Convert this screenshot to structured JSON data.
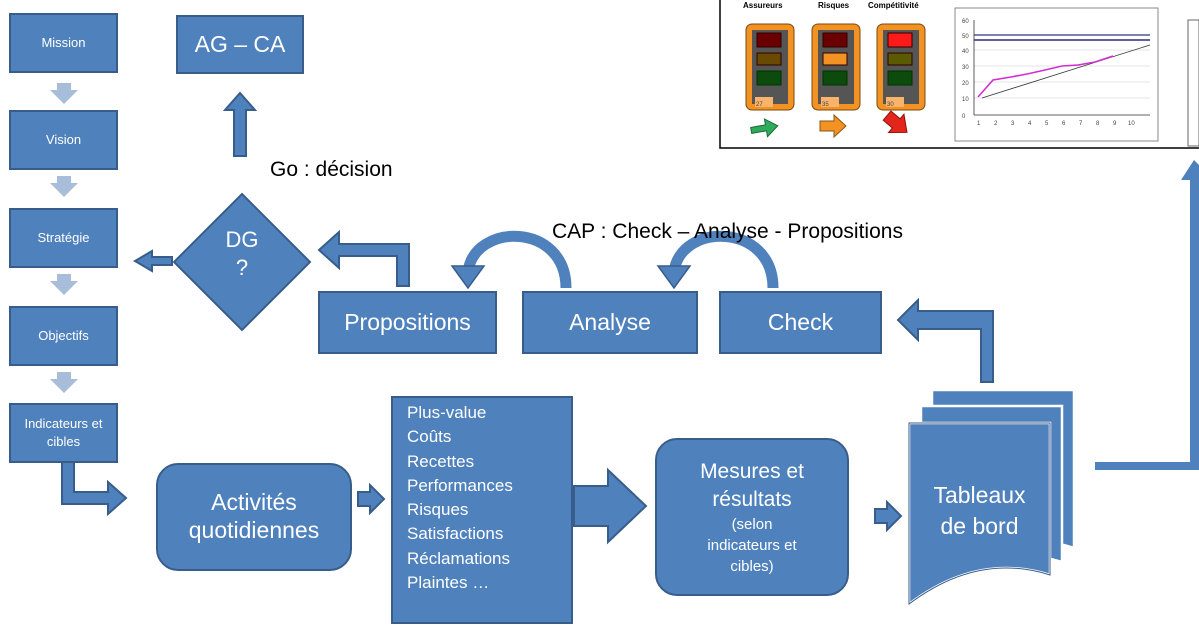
{
  "left_column": {
    "mission": "Mission",
    "vision": "Vision",
    "strategie": "Stratégie",
    "objectifs": "Objectifs",
    "indicateurs_line1": "Indicateurs et",
    "indicateurs_line2": "cibles"
  },
  "top": {
    "ag_ca": "AG – CA",
    "go_decision": "Go : décision",
    "dg_line1": "DG",
    "dg_line2": "?",
    "cap_label": "CAP : Check – Analyse - Propositions"
  },
  "cap_boxes": {
    "propositions": "Propositions",
    "analyse": "Analyse",
    "check": "Check"
  },
  "bottom": {
    "activites_line1": "Activités",
    "activites_line2": "quotidiennes",
    "list_items": [
      "Plus-value",
      "Coûts",
      "Recettes",
      "Performances",
      "Risques",
      "Satisfactions",
      "Réclamations",
      "Plaintes …"
    ],
    "mesures_line1": "Mesures et",
    "mesures_line2": "résultats",
    "mesures_line3": "(selon",
    "mesures_line4": "indicateurs et",
    "mesures_line5": "cibles)",
    "tableaux_line1": "Tableaux",
    "tableaux_line2": "de bord"
  },
  "dashboard": {
    "gauges": [
      {
        "label": "Assureurs",
        "value": "27",
        "active": "red",
        "arrow": "up-right",
        "arrow_color": "#2eab5b"
      },
      {
        "label": "Risques",
        "value": "35",
        "active": "orange",
        "arrow": "right",
        "arrow_color": "#f29222"
      },
      {
        "label": "Compétitivité",
        "value": "30",
        "active": "red",
        "arrow": "down-right",
        "arrow_color": "#e3251c"
      }
    ],
    "y_ticks": [
      "0",
      "10",
      "20",
      "30",
      "40",
      "50",
      "60"
    ],
    "x_ticks": [
      "1",
      "2",
      "3",
      "4",
      "5",
      "6",
      "7",
      "8",
      "9",
      "10"
    ]
  },
  "colors": {
    "box_fill": "#4f81bd",
    "box_border": "#385d8a",
    "arrow_light": "#a8bdd9"
  }
}
